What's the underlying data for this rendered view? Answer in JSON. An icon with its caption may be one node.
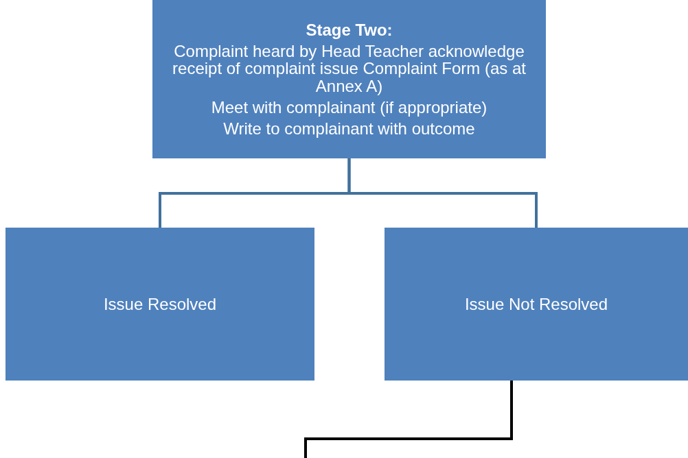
{
  "diagram": {
    "nodes": [
      {
        "text": [
          "Stage Two:",
          "Complaint heard by Head Teacher acknowledge receipt of complaint issue Complaint Form (as at Annex A)",
          "Meet with complainant (if appropriate)",
          "Write to complainant with outcome"
        ]
      },
      {
        "text": [
          "Issue Resolved"
        ]
      },
      {
        "text": [
          "Issue Not Resolved"
        ]
      }
    ],
    "edges": [
      {
        "from": 0,
        "to": 1,
        "arrow": "none"
      },
      {
        "from": 0,
        "to": 2,
        "arrow": "none"
      },
      {
        "from": 2,
        "to": null,
        "arrow": "none",
        "color": "#000000"
      }
    ]
  }
}
